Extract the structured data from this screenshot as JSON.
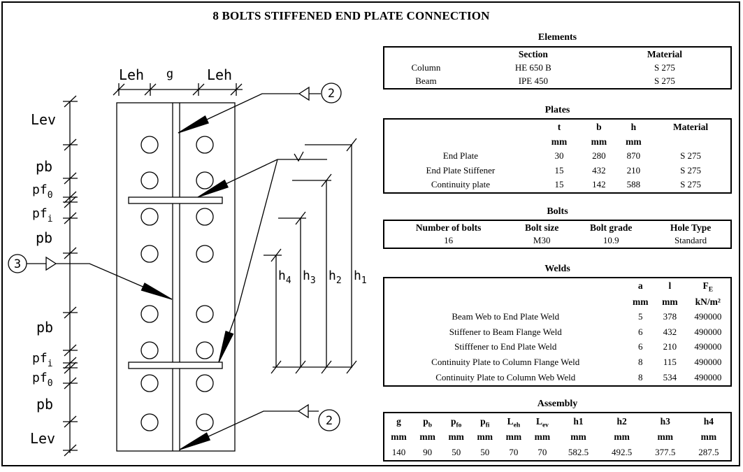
{
  "title": "8 BOLTS STIFFENED END PLATE CONNECTION",
  "drawing": {
    "labels": {
      "leh": "Leh",
      "g": "g",
      "lev": "Lev",
      "pb": "pb",
      "pf": "pf",
      "sub_o": "0",
      "sub_i": "i",
      "h": "h",
      "h1": "1",
      "h2": "2",
      "h3": "3",
      "h4": "4"
    },
    "callouts": {
      "two": "2",
      "three": "3"
    }
  },
  "tables": {
    "elements": {
      "title": "Elements",
      "headers": [
        "Section",
        "Material"
      ],
      "rows": [
        [
          "Column",
          "HE 650 B",
          "S 275"
        ],
        [
          "Beam",
          "IPE 450",
          "S 275"
        ]
      ]
    },
    "plates": {
      "title": "Plates",
      "headers": [
        "t",
        "b",
        "h",
        "Material"
      ],
      "units": [
        "mm",
        "mm",
        "mm"
      ],
      "rows": [
        [
          "End Plate",
          "30",
          "280",
          "870",
          "S 275"
        ],
        [
          "End Plate Stiffener",
          "15",
          "432",
          "210",
          "S 275"
        ],
        [
          "Continuity plate",
          "15",
          "142",
          "588",
          "S 275"
        ]
      ]
    },
    "bolts": {
      "title": "Bolts",
      "headers": [
        "Number of bolts",
        "Bolt size",
        "Bolt grade",
        "Hole Type"
      ],
      "values": [
        "16",
        "M30",
        "10.9",
        "Standard"
      ]
    },
    "welds": {
      "title": "Welds",
      "col_a": "a",
      "col_l": "l",
      "col_f_base": "F",
      "col_f_sub": "E",
      "unit_mm": "mm",
      "unit_f": "kN/m²",
      "rows": [
        [
          "Beam Web to End Plate Weld",
          "5",
          "378",
          "490000"
        ],
        [
          "Stiffener to Beam Flange Weld",
          "6",
          "432",
          "490000"
        ],
        [
          "Stifffener to End Plate Weld",
          "6",
          "210",
          "490000"
        ],
        [
          "Continuity Plate to Column Flange Weld",
          "8",
          "115",
          "490000"
        ],
        [
          "Continuity Plate to Column Web Weld",
          "8",
          "534",
          "490000"
        ]
      ]
    },
    "assembly": {
      "title": "Assembly",
      "headers": [
        {
          "b": "g",
          "s": ""
        },
        {
          "b": "p",
          "s": "b"
        },
        {
          "b": "p",
          "s": "fo"
        },
        {
          "b": "p",
          "s": "fi"
        },
        {
          "b": "L",
          "s": "eh"
        },
        {
          "b": "L",
          "s": "ev"
        },
        {
          "b": "h1",
          "s": ""
        },
        {
          "b": "h2",
          "s": ""
        },
        {
          "b": "h3",
          "s": ""
        },
        {
          "b": "h4",
          "s": ""
        }
      ],
      "unit": "mm",
      "values": [
        "140",
        "90",
        "50",
        "50",
        "70",
        "70",
        "582.5",
        "492.5",
        "377.5",
        "287.5"
      ]
    }
  }
}
